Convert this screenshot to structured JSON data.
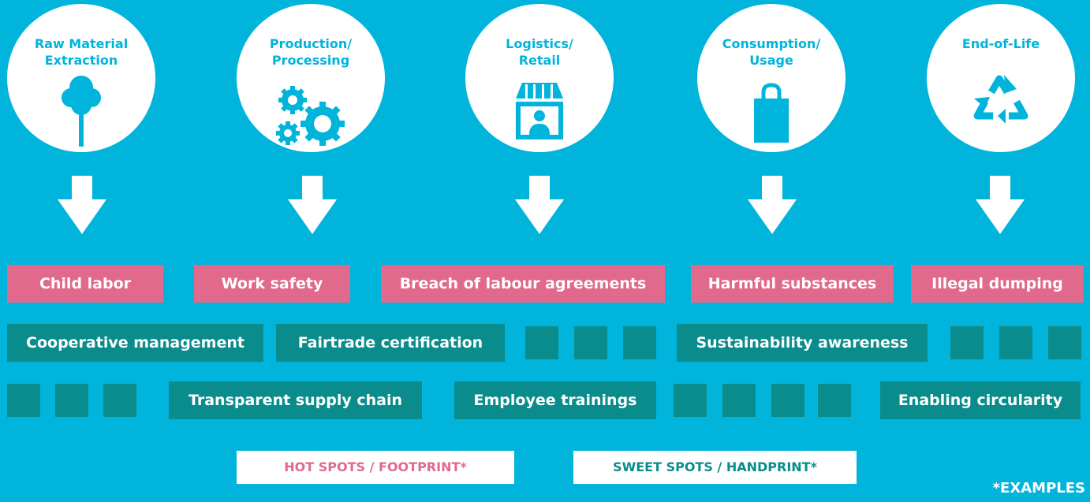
{
  "stages": [
    {
      "title": "Raw Material\nExtraction",
      "icon": "tree-icon"
    },
    {
      "title": "Production/\nProcessing",
      "icon": "gears-icon"
    },
    {
      "title": "Logistics/\nRetail",
      "icon": "shop-icon"
    },
    {
      "title": "Consumption/\nUsage",
      "icon": "shopping-bag-icon"
    },
    {
      "title": "End-of-Life",
      "icon": "recycle-icon"
    }
  ],
  "hot_spots": [
    "Child labor",
    "Work safety",
    "Breach of labour agreements",
    "Harmful substances",
    "Illegal dumping"
  ],
  "sweet_spots_row1": [
    "Cooperative management",
    "Fairtrade certification",
    "Sustainability awareness"
  ],
  "sweet_spots_row2": [
    "Transparent supply chain",
    "Employee trainings",
    "Enabling circularity"
  ],
  "legend": {
    "hot": "HOT SPOTS / FOOTPRINT*",
    "sweet": "SWEET SPOTS / HANDPRINT*"
  },
  "footnote": "*EXAMPLES",
  "colors": {
    "background": "#00b4dc",
    "hot": "#e1698b",
    "sweet": "#0a8c8c",
    "white": "#ffffff"
  }
}
